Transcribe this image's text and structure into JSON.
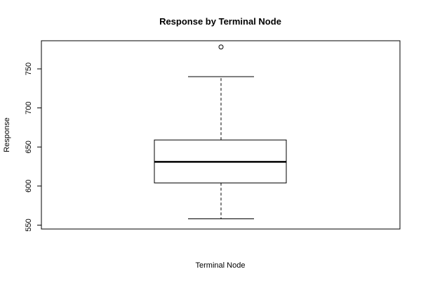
{
  "chart_data": {
    "type": "boxplot",
    "title": "Response by Terminal Node",
    "xlabel": "Terminal Node",
    "ylabel": "Response",
    "ylim": [
      545,
      786
    ],
    "yticks": [
      550,
      600,
      650,
      700,
      750
    ],
    "ytick_labels": [
      "550",
      "600",
      "650",
      "700",
      "750"
    ],
    "grid": false,
    "legend": "none",
    "box": {
      "whisker_low": 558,
      "q1": 604,
      "median": 631,
      "q3": 659,
      "whisker_high": 740,
      "outliers": [
        778
      ]
    },
    "colors": {
      "stroke": "#000000",
      "fill": "#ffffff"
    }
  }
}
